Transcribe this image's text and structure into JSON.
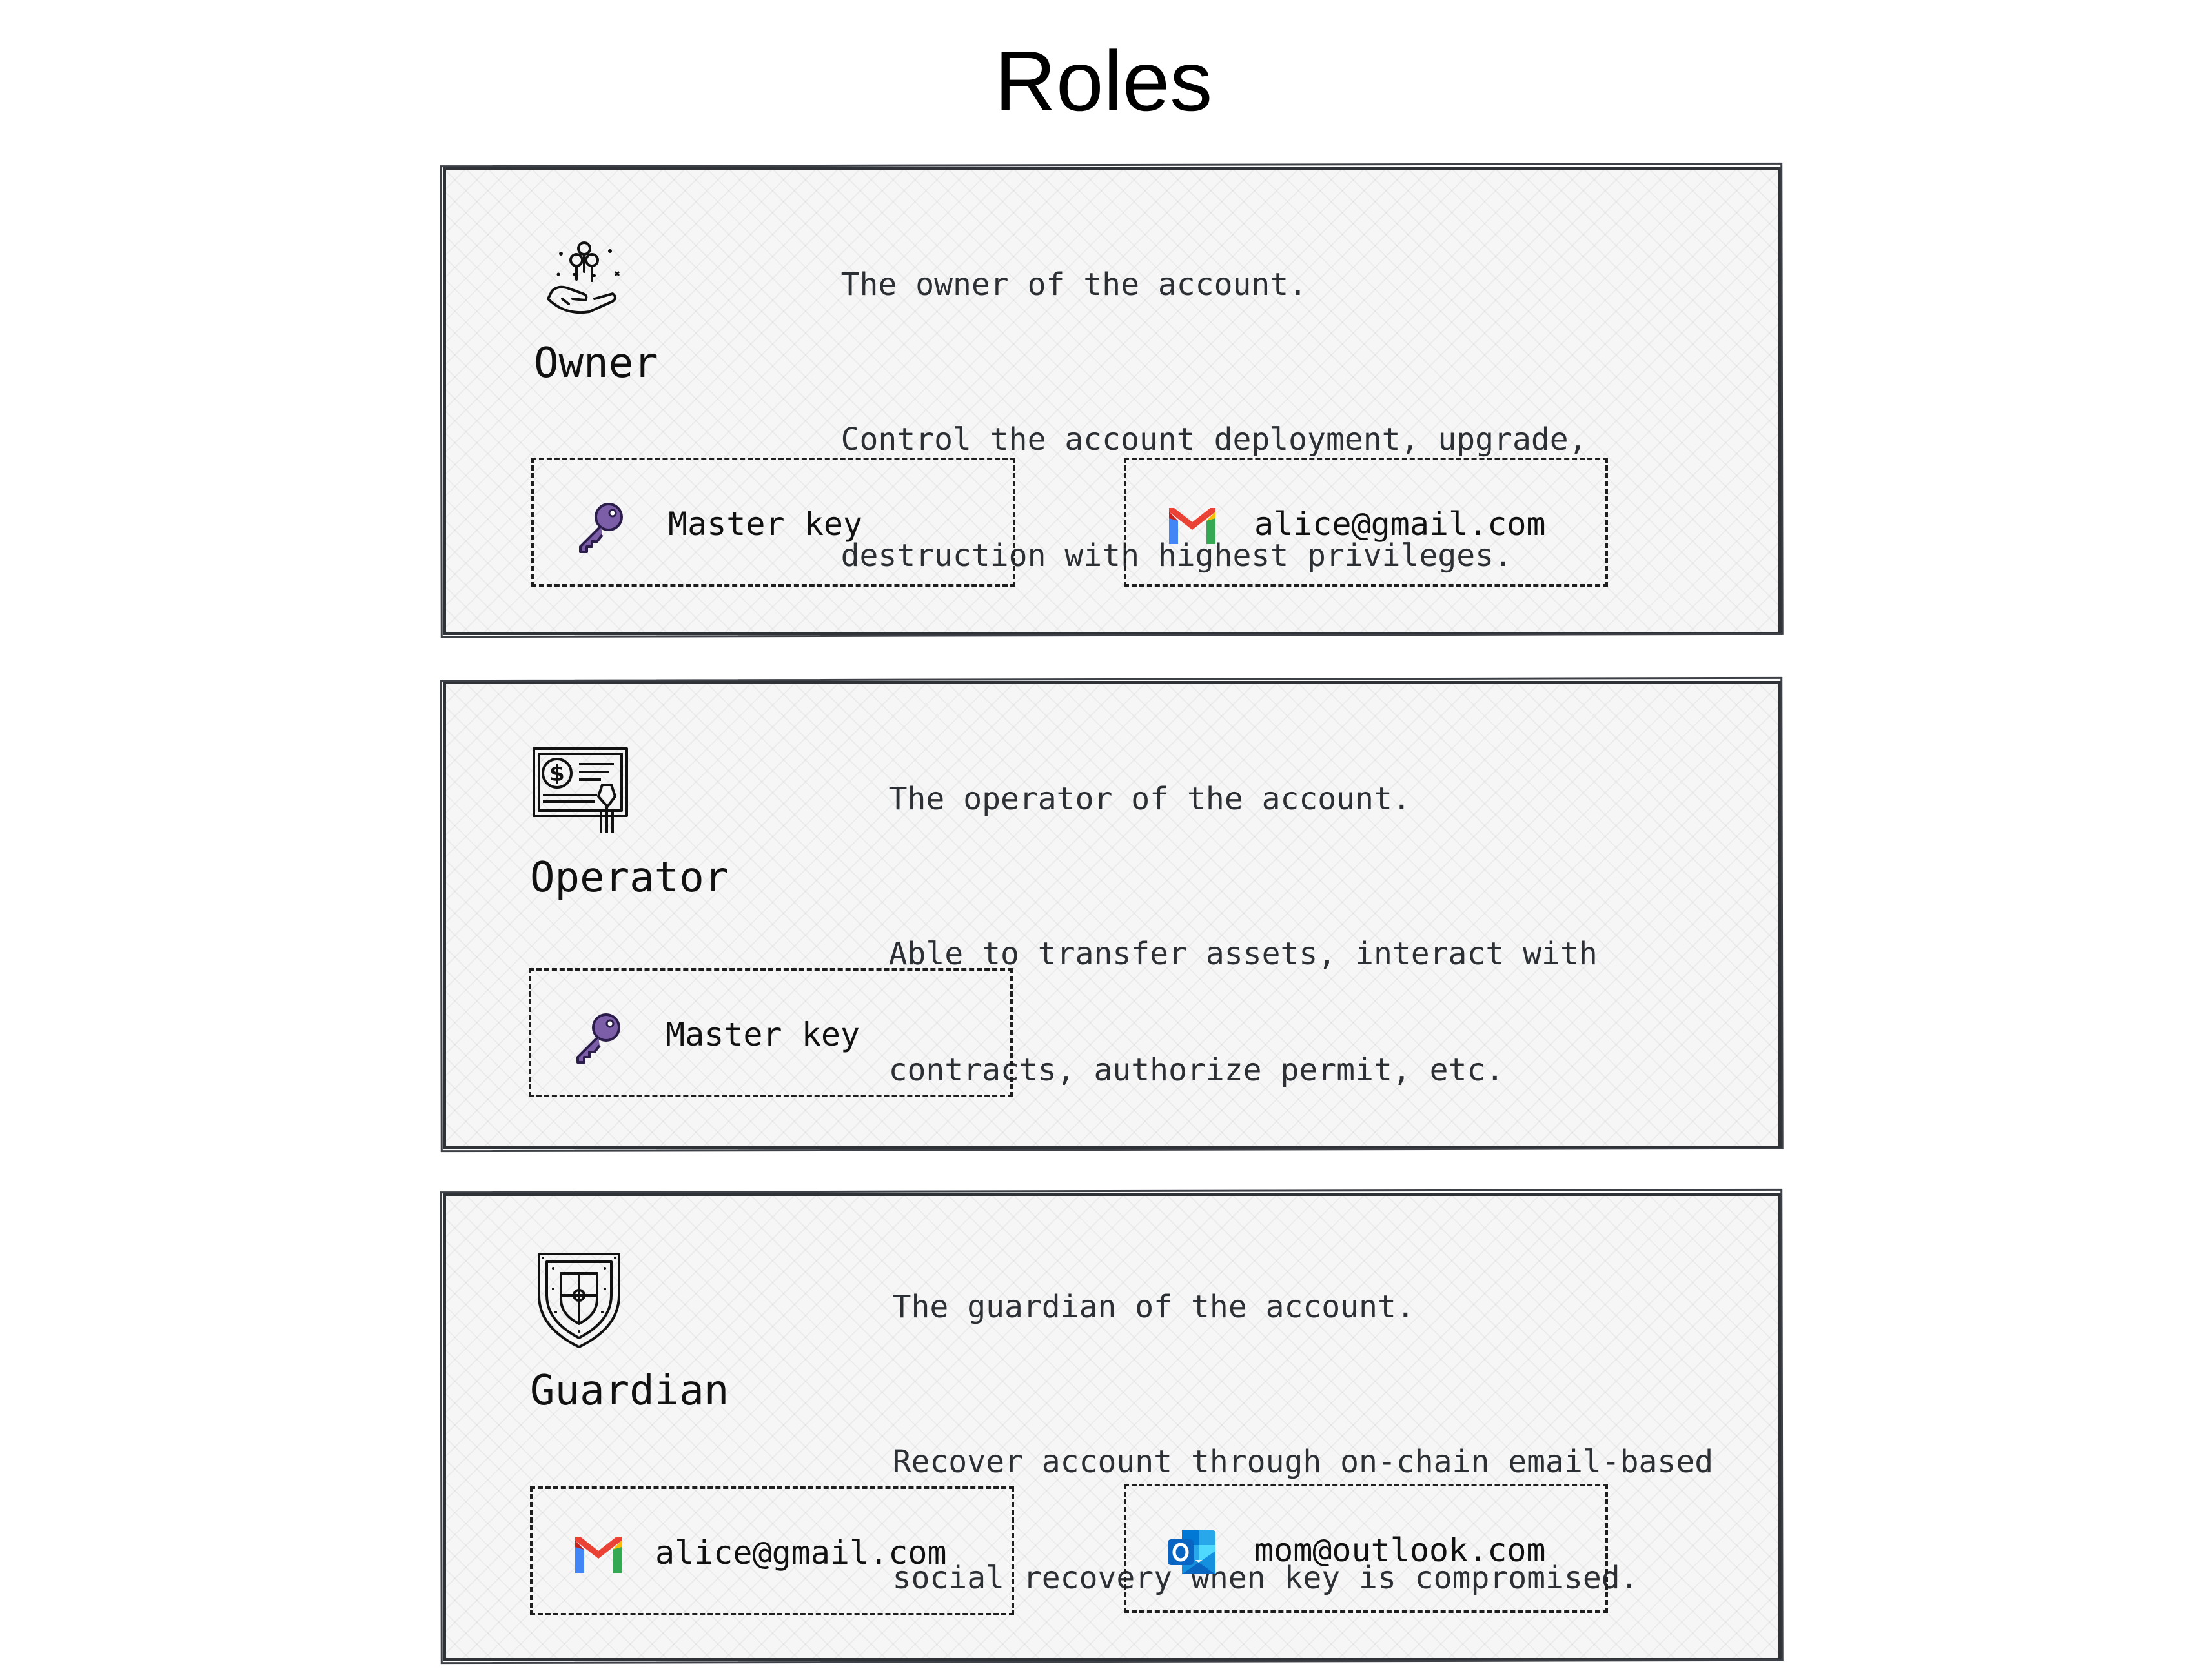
{
  "title": "Roles",
  "roles": [
    {
      "name": "Owner",
      "icon": "hand-keys-icon",
      "summary": "The owner of the account.",
      "details": [
        "Control the account deployment, upgrade,",
        "destruction with highest privileges."
      ],
      "credentials": [
        {
          "label": "Master key",
          "icon": "key-icon"
        },
        {
          "label": "alice@gmail.com",
          "icon": "gmail-icon"
        }
      ]
    },
    {
      "name": "Operator",
      "icon": "signed-check-icon",
      "summary": "The operator of the account.",
      "details": [
        "Able to transfer assets, interact with",
        "contracts, authorize permit, etc."
      ],
      "credentials": [
        {
          "label": "Master key",
          "icon": "key-icon"
        }
      ]
    },
    {
      "name": "Guardian",
      "icon": "shield-icon",
      "summary": "The guardian of the account.",
      "details": [
        "Recover account through on-chain email-based",
        "social recovery when key is compromised."
      ],
      "credentials": [
        {
          "label": "alice@gmail.com",
          "icon": "gmail-icon"
        },
        {
          "label": "mom@outlook.com",
          "icon": "outlook-icon"
        }
      ]
    }
  ],
  "colors": {
    "card_border": "#2f3237",
    "card_fill": "#f6f6f6",
    "key_purple": "#7b5ea7",
    "gmail_red": "#ea4335",
    "gmail_blue": "#4285f4",
    "gmail_green": "#34a853",
    "gmail_yellow": "#fbbc04",
    "outlook_blue": "#0a64c2"
  }
}
